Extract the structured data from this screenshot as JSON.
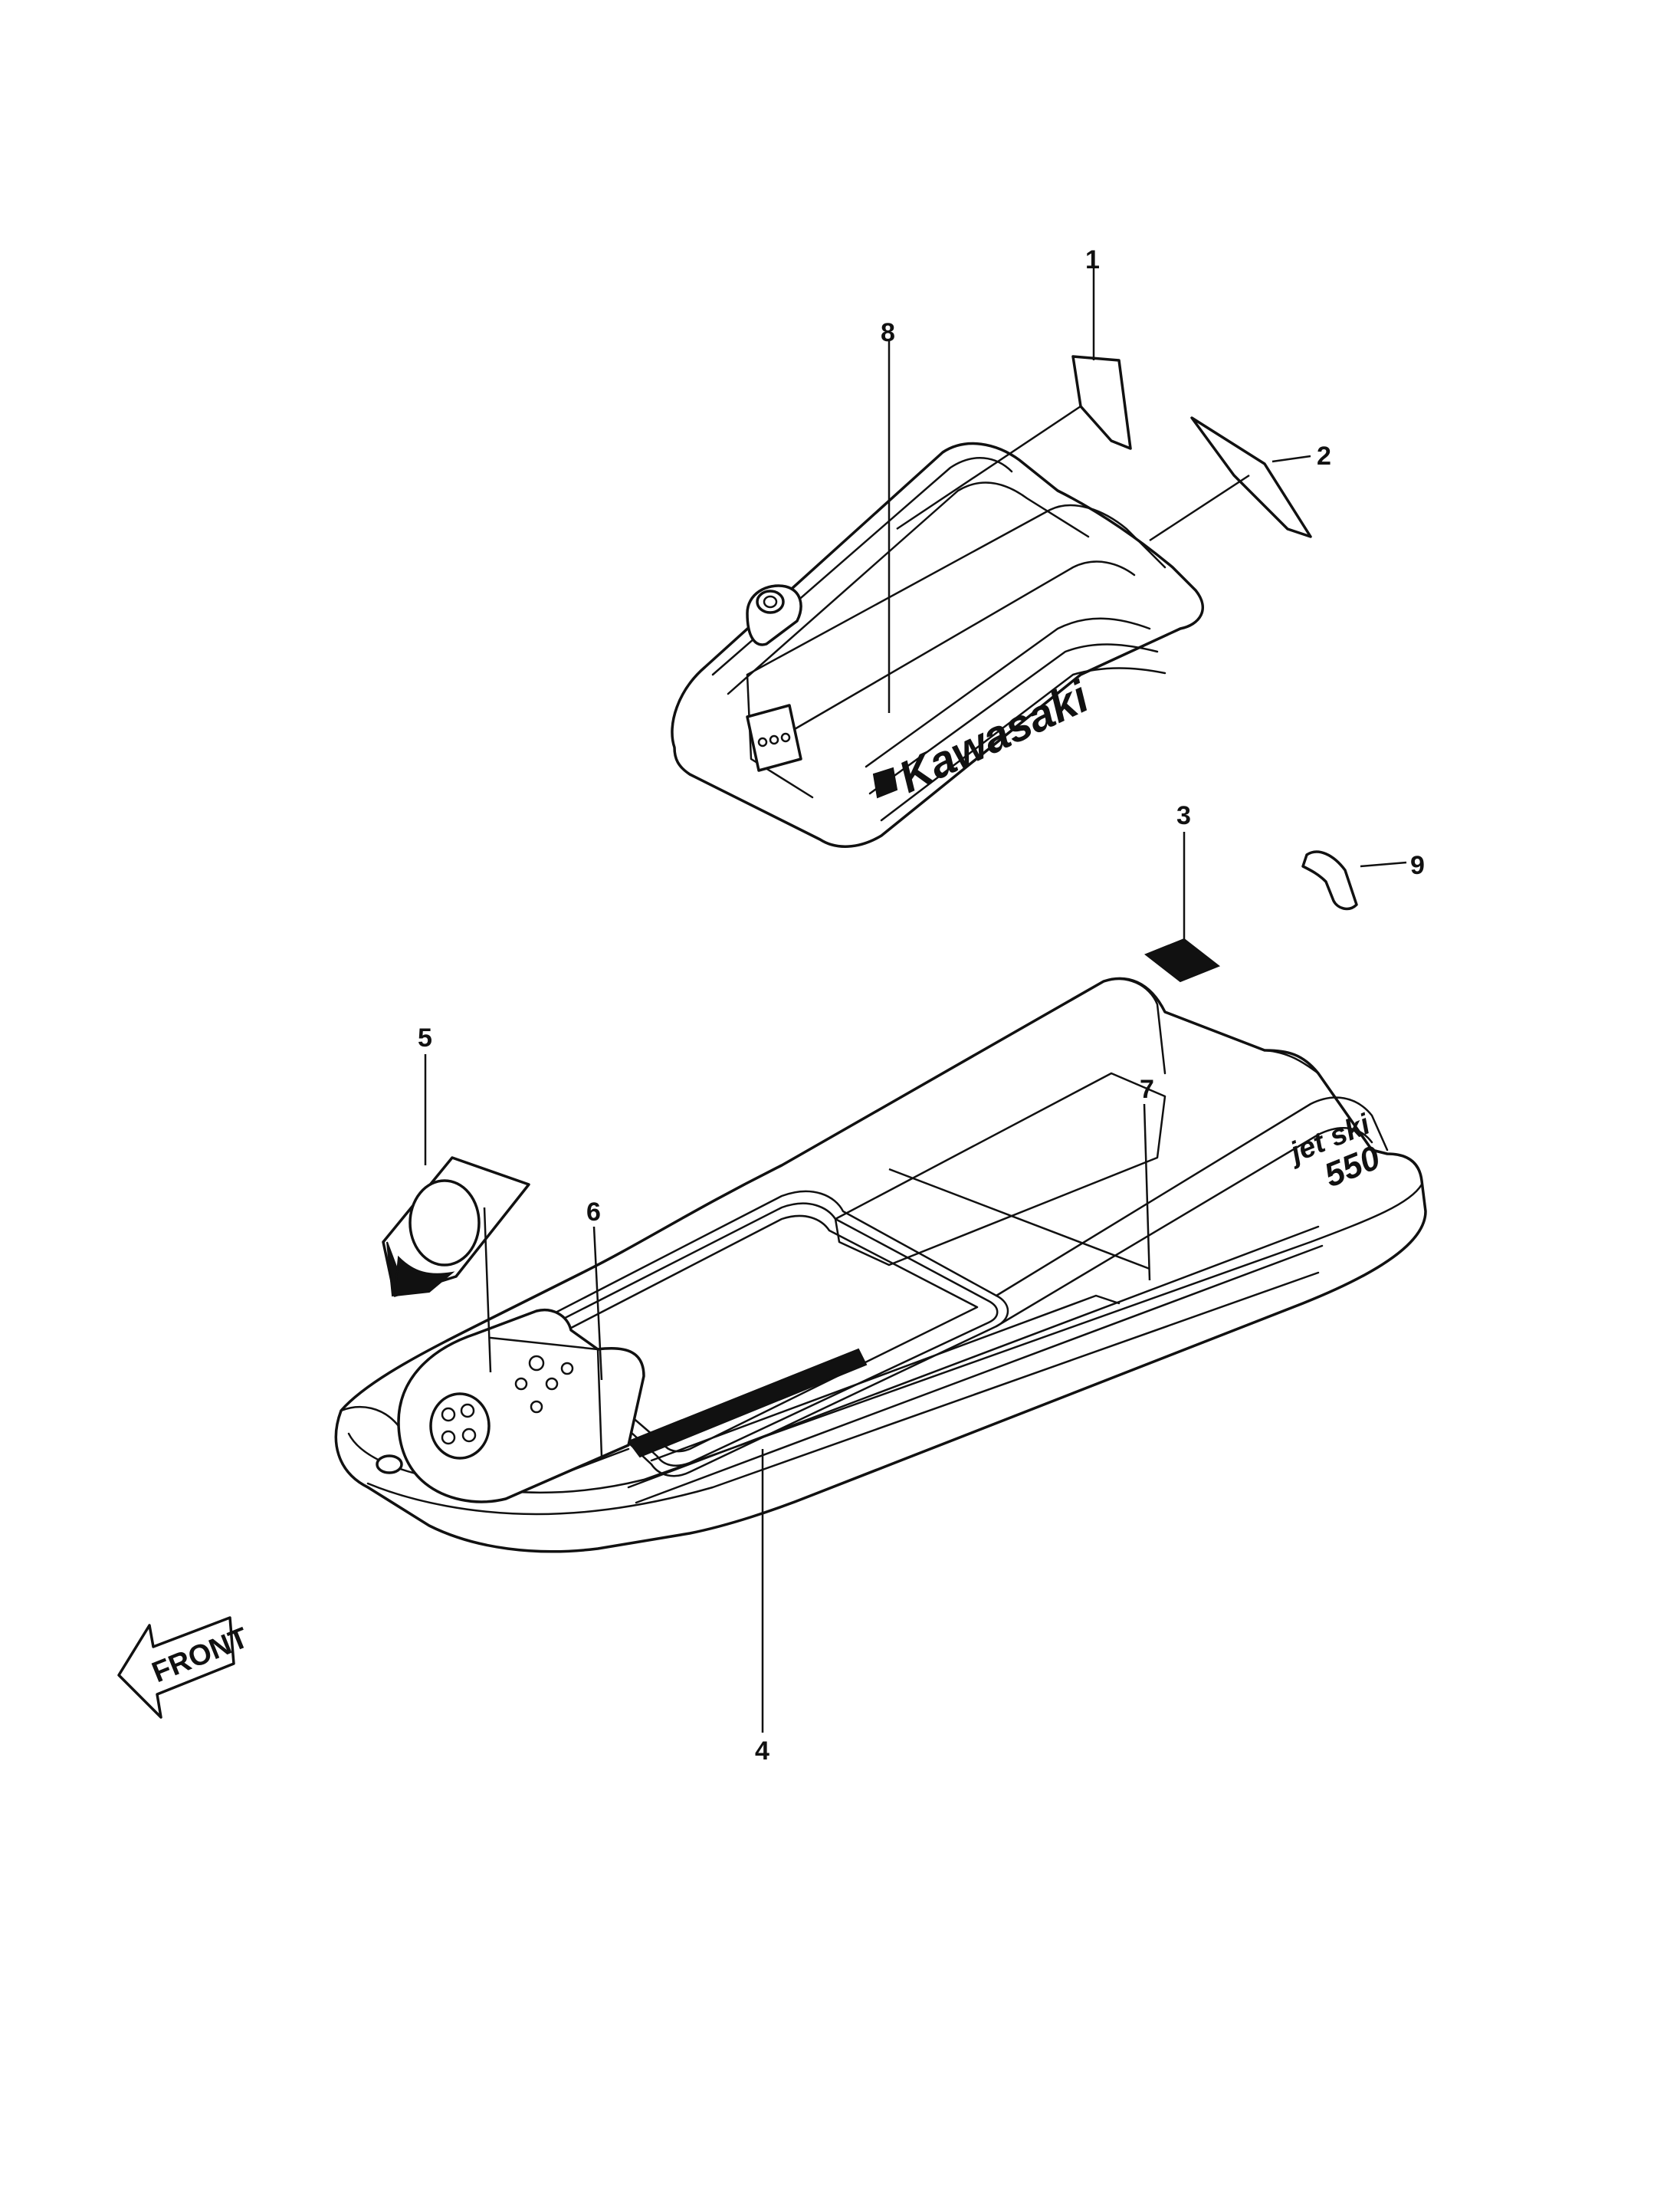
{
  "callouts": {
    "c1": "1",
    "c2": "2",
    "c3": "3",
    "c4": "4",
    "c5": "5",
    "c6": "6",
    "c7": "7",
    "c8": "8",
    "c9": "9"
  },
  "decals": {
    "hood_brand": "Kawasaki",
    "hull_model_top": "jet ski",
    "hull_model_num": "550"
  },
  "front_arrow_label": "FRONT",
  "colors": {
    "ink": "#111111",
    "paper": "#ffffff"
  }
}
